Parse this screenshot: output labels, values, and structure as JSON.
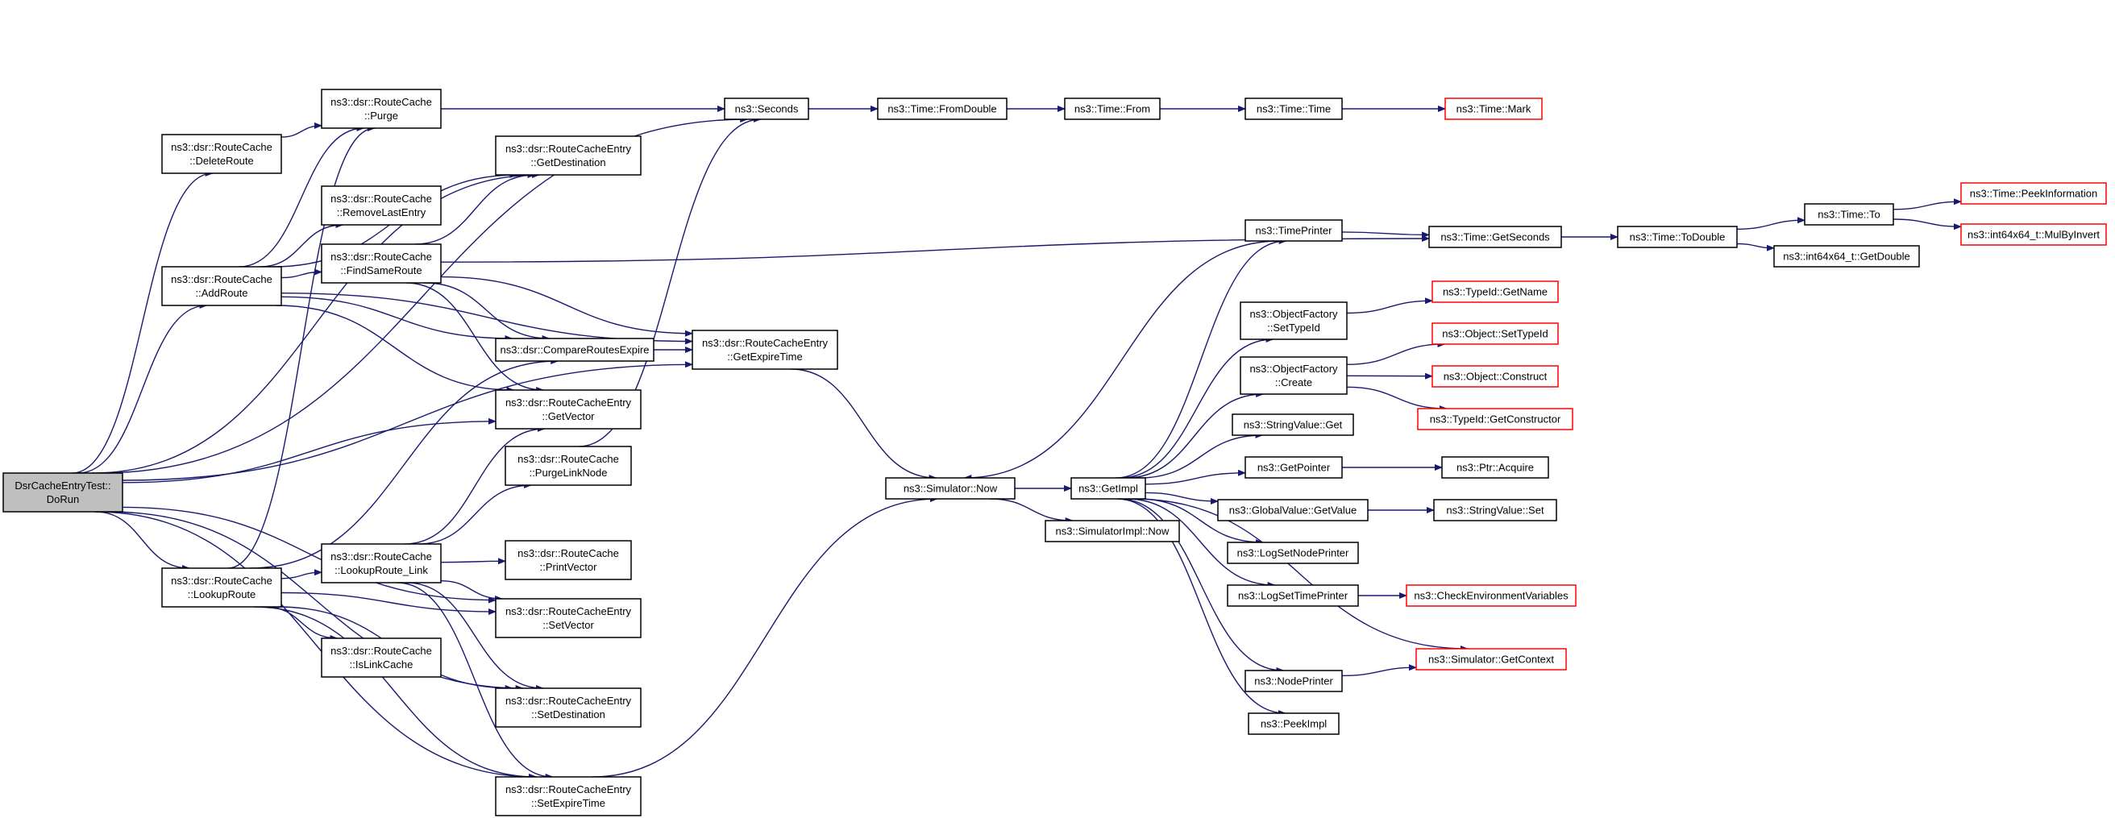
{
  "nodes": {
    "n_dorun": {
      "lines": [
        "DsrCacheEntryTest::",
        "DoRun"
      ],
      "root": true
    },
    "n_deleteroute": {
      "lines": [
        "ns3::dsr::RouteCache",
        "::DeleteRoute"
      ]
    },
    "n_addroute": {
      "lines": [
        "ns3::dsr::RouteCache",
        "::AddRoute"
      ]
    },
    "n_lookuproute": {
      "lines": [
        "ns3::dsr::RouteCache",
        "::LookupRoute"
      ]
    },
    "n_purge": {
      "lines": [
        "ns3::dsr::RouteCache",
        "::Purge"
      ]
    },
    "n_removelast": {
      "lines": [
        "ns3::dsr::RouteCache",
        "::RemoveLastEntry"
      ]
    },
    "n_findsame": {
      "lines": [
        "ns3::dsr::RouteCache",
        "::FindSameRoute"
      ]
    },
    "n_lookuplink": {
      "lines": [
        "ns3::dsr::RouteCache",
        "::LookupRoute_Link"
      ]
    },
    "n_islinkcache": {
      "lines": [
        "ns3::dsr::RouteCache",
        "::IsLinkCache"
      ]
    },
    "n_getdest": {
      "lines": [
        "ns3::dsr::RouteCacheEntry",
        "::GetDestination"
      ]
    },
    "n_compare": {
      "lines": [
        "ns3::dsr::CompareRoutesExpire"
      ]
    },
    "n_getvector": {
      "lines": [
        "ns3::dsr::RouteCacheEntry",
        "::GetVector"
      ]
    },
    "n_purgelink": {
      "lines": [
        "ns3::dsr::RouteCache",
        "::PurgeLinkNode"
      ]
    },
    "n_printvector": {
      "lines": [
        "ns3::dsr::RouteCache",
        "::PrintVector"
      ]
    },
    "n_setvector": {
      "lines": [
        "ns3::dsr::RouteCacheEntry",
        "::SetVector"
      ]
    },
    "n_setdest": {
      "lines": [
        "ns3::dsr::RouteCacheEntry",
        "::SetDestination"
      ]
    },
    "n_setexpire": {
      "lines": [
        "ns3::dsr::RouteCacheEntry",
        "::SetExpireTime"
      ]
    },
    "n_seconds": {
      "lines": [
        "ns3::Seconds"
      ]
    },
    "n_getexpire": {
      "lines": [
        "ns3::dsr::RouteCacheEntry",
        "::GetExpireTime"
      ]
    },
    "n_fromdouble": {
      "lines": [
        "ns3::Time::FromDouble"
      ]
    },
    "n_from": {
      "lines": [
        "ns3::Time::From"
      ]
    },
    "n_time": {
      "lines": [
        "ns3::Time::Time"
      ]
    },
    "n_mark": {
      "lines": [
        "ns3::Time::Mark"
      ],
      "truncated": true
    },
    "n_simnow": {
      "lines": [
        "ns3::Simulator::Now"
      ]
    },
    "n_getimpl": {
      "lines": [
        "ns3::GetImpl"
      ]
    },
    "n_simimplnow": {
      "lines": [
        "ns3::SimulatorImpl::Now"
      ]
    },
    "n_timeprinter": {
      "lines": [
        "ns3::TimePrinter"
      ]
    },
    "n_ofsettypeid": {
      "lines": [
        "ns3::ObjectFactory",
        "::SetTypeId"
      ]
    },
    "n_ofcreate": {
      "lines": [
        "ns3::ObjectFactory",
        "::Create"
      ]
    },
    "n_stringvalueget": {
      "lines": [
        "ns3::StringValue::Get"
      ]
    },
    "n_getpointer": {
      "lines": [
        "ns3::GetPointer"
      ]
    },
    "n_globalvalue": {
      "lines": [
        "ns3::GlobalValue::GetValue"
      ]
    },
    "n_logsetnode": {
      "lines": [
        "ns3::LogSetNodePrinter"
      ]
    },
    "n_logsettime": {
      "lines": [
        "ns3::LogSetTimePrinter"
      ]
    },
    "n_nodeprinter": {
      "lines": [
        "ns3::NodePrinter"
      ]
    },
    "n_peekimpl": {
      "lines": [
        "ns3::PeekImpl"
      ]
    },
    "n_getseconds": {
      "lines": [
        "ns3::Time::GetSeconds"
      ]
    },
    "n_todouble": {
      "lines": [
        "ns3::Time::ToDouble"
      ]
    },
    "n_to": {
      "lines": [
        "ns3::Time::To"
      ]
    },
    "n_int64getdouble": {
      "lines": [
        "ns3::int64x64_t::GetDouble"
      ]
    },
    "n_peekinfo": {
      "lines": [
        "ns3::Time::PeekInformation"
      ],
      "truncated": true
    },
    "n_mulbyinvert": {
      "lines": [
        "ns3::int64x64_t::MulByInvert"
      ],
      "truncated": true
    },
    "n_typeidgetname": {
      "lines": [
        "ns3::TypeId::GetName"
      ],
      "truncated": true
    },
    "n_objsettypeid": {
      "lines": [
        "ns3::Object::SetTypeId"
      ],
      "truncated": true
    },
    "n_objconstruct": {
      "lines": [
        "ns3::Object::Construct"
      ],
      "truncated": true
    },
    "n_typeidgetctor": {
      "lines": [
        "ns3::TypeId::GetConstructor"
      ],
      "truncated": true
    },
    "n_ptracquire": {
      "lines": [
        "ns3::Ptr::Acquire"
      ]
    },
    "n_stringvalueset": {
      "lines": [
        "ns3::StringValue::Set"
      ]
    },
    "n_checkenv": {
      "lines": [
        "ns3::CheckEnvironmentVariables"
      ],
      "truncated": true
    },
    "n_simgetcontext": {
      "lines": [
        "ns3::Simulator::GetContext"
      ],
      "truncated": true
    }
  },
  "edges": [
    [
      "n_dorun",
      "n_deleteroute"
    ],
    [
      "n_dorun",
      "n_addroute"
    ],
    [
      "n_dorun",
      "n_lookuproute"
    ],
    [
      "n_dorun",
      "n_seconds"
    ],
    [
      "n_dorun",
      "n_getdest"
    ],
    [
      "n_dorun",
      "n_getvector"
    ],
    [
      "n_dorun",
      "n_getexpire"
    ],
    [
      "n_dorun",
      "n_setvector"
    ],
    [
      "n_dorun",
      "n_setdest"
    ],
    [
      "n_dorun",
      "n_setexpire"
    ],
    [
      "n_deleteroute",
      "n_purge"
    ],
    [
      "n_addroute",
      "n_purge"
    ],
    [
      "n_addroute",
      "n_getdest"
    ],
    [
      "n_addroute",
      "n_removelast"
    ],
    [
      "n_addroute",
      "n_findsame"
    ],
    [
      "n_addroute",
      "n_compare"
    ],
    [
      "n_addroute",
      "n_getvector"
    ],
    [
      "n_addroute",
      "n_getexpire"
    ],
    [
      "n_lookuproute",
      "n_purge"
    ],
    [
      "n_lookuproute",
      "n_compare"
    ],
    [
      "n_lookuproute",
      "n_lookuplink"
    ],
    [
      "n_lookuproute",
      "n_islinkcache"
    ],
    [
      "n_lookuproute",
      "n_setvector"
    ],
    [
      "n_lookuproute",
      "n_setdest"
    ],
    [
      "n_lookuproute",
      "n_setexpire"
    ],
    [
      "n_purge",
      "n_seconds"
    ],
    [
      "n_findsame",
      "n_getdest"
    ],
    [
      "n_findsame",
      "n_compare"
    ],
    [
      "n_findsame",
      "n_getvector"
    ],
    [
      "n_findsame",
      "n_getexpire"
    ],
    [
      "n_findsame",
      "n_getseconds"
    ],
    [
      "n_lookuplink",
      "n_getvector"
    ],
    [
      "n_lookuplink",
      "n_purgelink"
    ],
    [
      "n_lookuplink",
      "n_printvector"
    ],
    [
      "n_lookuplink",
      "n_setvector"
    ],
    [
      "n_lookuplink",
      "n_setdest"
    ],
    [
      "n_lookuplink",
      "n_setexpire"
    ],
    [
      "n_purgelink",
      "n_seconds"
    ],
    [
      "n_compare",
      "n_getexpire"
    ],
    [
      "n_setexpire",
      "n_simnow"
    ],
    [
      "n_getexpire",
      "n_simnow"
    ],
    [
      "n_seconds",
      "n_fromdouble"
    ],
    [
      "n_fromdouble",
      "n_from"
    ],
    [
      "n_from",
      "n_time"
    ],
    [
      "n_time",
      "n_mark"
    ],
    [
      "n_simnow",
      "n_getimpl"
    ],
    [
      "n_simnow",
      "n_simimplnow"
    ],
    [
      "n_getimpl",
      "n_timeprinter"
    ],
    [
      "n_getimpl",
      "n_ofsettypeid"
    ],
    [
      "n_getimpl",
      "n_ofcreate"
    ],
    [
      "n_getimpl",
      "n_stringvalueget"
    ],
    [
      "n_getimpl",
      "n_getpointer"
    ],
    [
      "n_getimpl",
      "n_globalvalue"
    ],
    [
      "n_getimpl",
      "n_logsetnode"
    ],
    [
      "n_getimpl",
      "n_logsettime"
    ],
    [
      "n_getimpl",
      "n_nodeprinter"
    ],
    [
      "n_getimpl",
      "n_peekimpl"
    ],
    [
      "n_getimpl",
      "n_simgetcontext"
    ],
    [
      "n_timeprinter",
      "n_simnow"
    ],
    [
      "n_timeprinter",
      "n_getseconds"
    ],
    [
      "n_ofsettypeid",
      "n_typeidgetname"
    ],
    [
      "n_ofcreate",
      "n_objsettypeid"
    ],
    [
      "n_ofcreate",
      "n_objconstruct"
    ],
    [
      "n_ofcreate",
      "n_typeidgetctor"
    ],
    [
      "n_getpointer",
      "n_ptracquire"
    ],
    [
      "n_globalvalue",
      "n_stringvalueset"
    ],
    [
      "n_logsettime",
      "n_checkenv"
    ],
    [
      "n_nodeprinter",
      "n_simgetcontext"
    ],
    [
      "n_getseconds",
      "n_todouble"
    ],
    [
      "n_todouble",
      "n_to"
    ],
    [
      "n_todouble",
      "n_int64getdouble"
    ],
    [
      "n_to",
      "n_peekinfo"
    ],
    [
      "n_to",
      "n_mulbyinvert"
    ]
  ],
  "colors": {
    "edge": "#191970",
    "root_fill": "#bfbfbf",
    "node_border": "#000000",
    "truncated_border": "#ff0000"
  }
}
